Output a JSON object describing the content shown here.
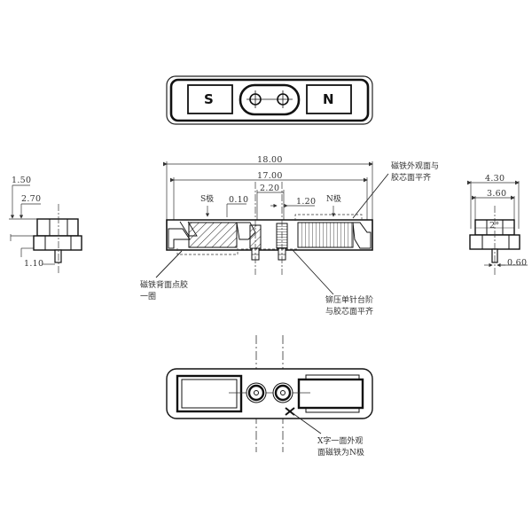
{
  "top_view": {
    "left_pole": "S",
    "right_pole": "N"
  },
  "front_section": {
    "dimensions": {
      "overall_length": "18.00",
      "inner_length": "17.00",
      "pin_pitch": "2.20",
      "s_offset": "0.10",
      "pin_offset": "1.20"
    },
    "labels": {
      "s_pole": "S极",
      "n_pole": "N极"
    },
    "notes": {
      "top_right": [
        "磁铁外观面与",
        "胶芯面平齐"
      ],
      "bottom_left": [
        "磁铁背面点胶",
        "一圈"
      ],
      "bottom_right": [
        "铆压单针台阶",
        "与胶芯面平齐"
      ]
    }
  },
  "left_side_view": {
    "dimensions": {
      "a": "1.50",
      "b": "2.70",
      "c": "1.10"
    }
  },
  "right_side_view": {
    "dimensions": {
      "outer_width": "4.30",
      "inner_width": "3.60",
      "angle": "2°",
      "pin_dia": "0.60"
    }
  },
  "bottom_view": {
    "note": [
      "X字一面外观",
      "面磁铁为N极"
    ]
  }
}
